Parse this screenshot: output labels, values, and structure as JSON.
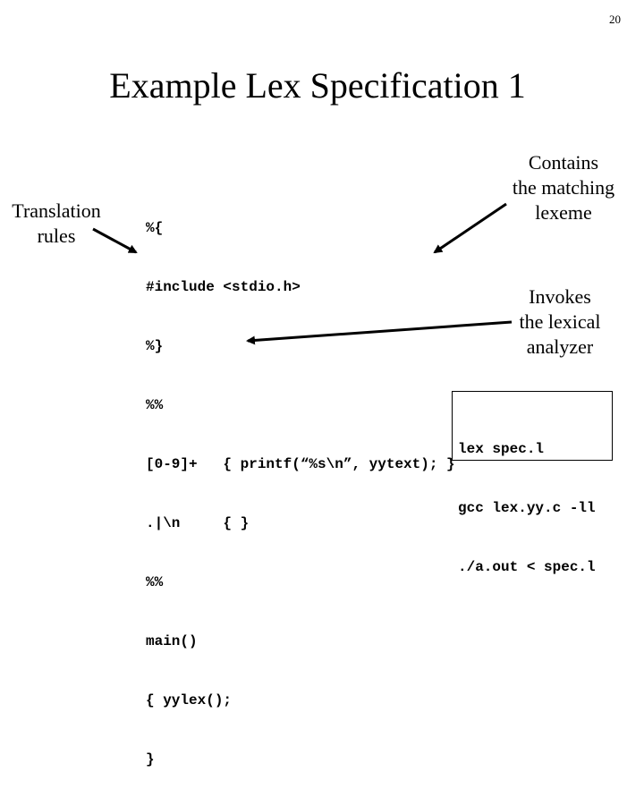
{
  "page_number": "20",
  "title": "Example Lex Specification 1",
  "left_label": [
    "Translation",
    "rules"
  ],
  "code_lines": [
    "%{",
    "#include <stdio.h>",
    "%}",
    "%%",
    "[0-9]+   { printf(“%s\\n”, yytext); }",
    ".|\\n     { }",
    "%%",
    "main()",
    "{ yylex();",
    "}"
  ],
  "callout_matching": [
    "Contains",
    "the matching",
    "lexeme"
  ],
  "callout_invokes": [
    "Invokes",
    "the lexical",
    "analyzer"
  ],
  "commands": [
    "lex spec.l",
    "gcc lex.yy.c -ll",
    "./a.out < spec.l"
  ]
}
